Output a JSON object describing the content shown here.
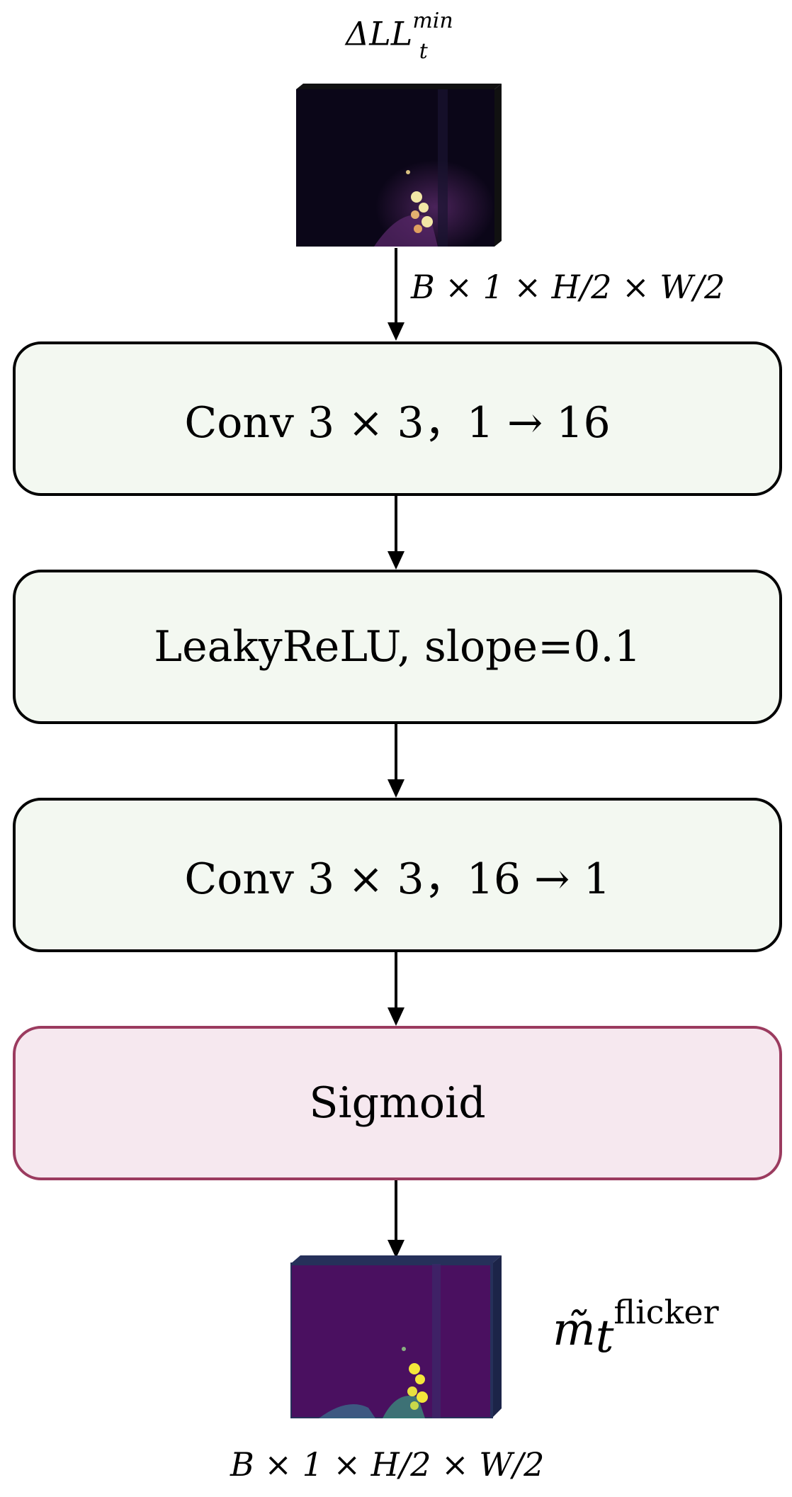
{
  "input": {
    "label_base": "ΔLL",
    "label_sub": "t",
    "label_sup": "min",
    "dims": "B × 1 × H/2 × W/2"
  },
  "blocks": [
    {
      "label": "Conv 3 × 3，1 → 16",
      "color": "#f3f8f1"
    },
    {
      "label": "LeakyReLU, slope=0.1",
      "color": "#f3f8f1"
    },
    {
      "label": "Conv 3 × 3，16 → 1",
      "color": "#f3f8f1"
    },
    {
      "label": "Sigmoid",
      "color": "#f6e8ef"
    }
  ],
  "output": {
    "label_base": "m̃",
    "label_sub": "t",
    "label_sup": "flicker",
    "dims": "B × 1 × H/2 × W/2"
  }
}
